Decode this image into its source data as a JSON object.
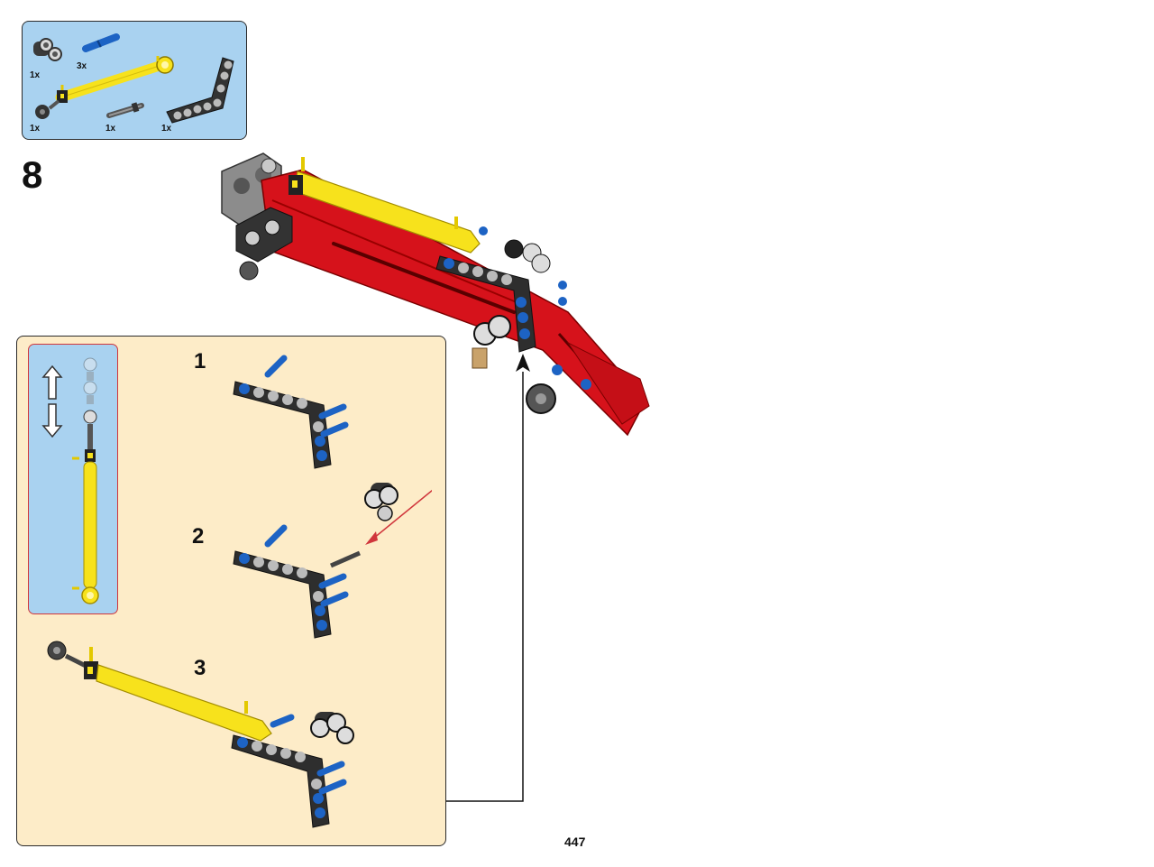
{
  "parts_list": {
    "items": [
      {
        "name": "double-pin-connector",
        "quantity": "1x"
      },
      {
        "name": "blue-axle-pin",
        "quantity": "3x"
      },
      {
        "name": "pneumatic-cylinder",
        "quantity": "1x"
      },
      {
        "name": "axle-with-stop",
        "quantity": "1x"
      },
      {
        "name": "l-beam",
        "quantity": "1x"
      }
    ]
  },
  "step": {
    "number": "8"
  },
  "sub_assembly": {
    "steps": [
      {
        "number": "1"
      },
      {
        "number": "2"
      },
      {
        "number": "3"
      }
    ]
  },
  "colors": {
    "parts_background": "#a9d2f0",
    "sub_background": "#fdecc8",
    "inset_border": "#d0363c",
    "red": "#d6121b",
    "yellow": "#f7e21c",
    "blue": "#1d63c4",
    "dark_gray": "#333333",
    "light_gray": "#a8a8a8"
  },
  "page": {
    "number": "447"
  }
}
